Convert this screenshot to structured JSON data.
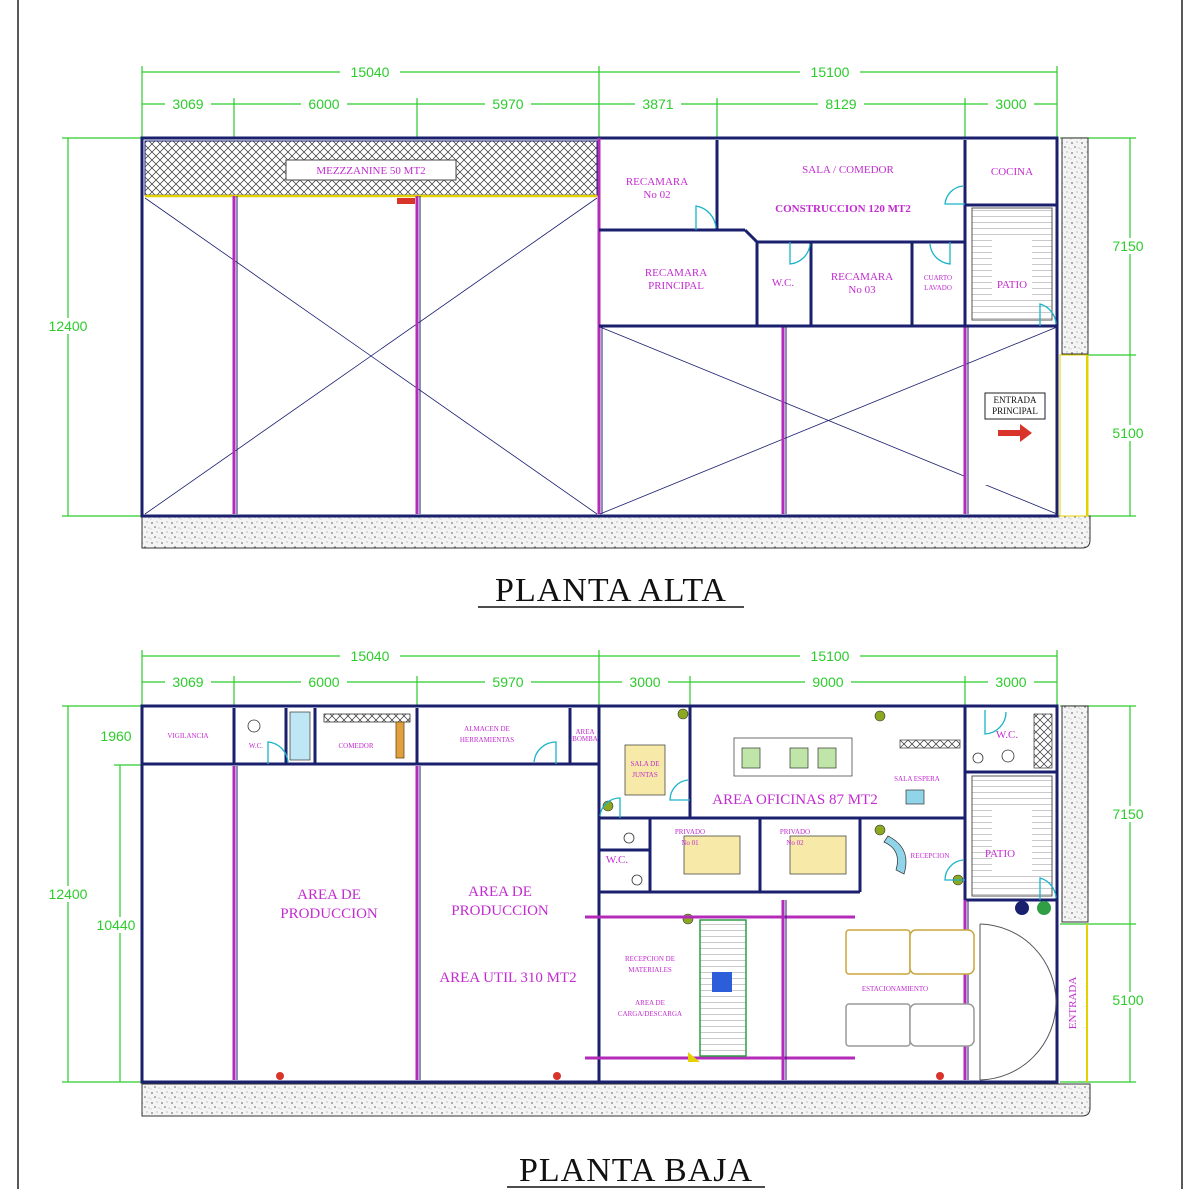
{
  "colors": {
    "wall": "#1a1f6e",
    "column": "#b32bb8",
    "dimension": "#2ccc2c",
    "room_text": "#c22bd0",
    "door": "#19b3c9",
    "arrow": "#d8342a",
    "mezzanine_line": "#e4d200"
  },
  "planta_alta": {
    "title": "PLANTA ALTA",
    "dims_top_total": [
      "15040",
      "15100"
    ],
    "dims_top_parts": [
      "3069",
      "6000",
      "5970",
      "3871",
      "8129",
      "3000"
    ],
    "dims_side": {
      "total": "12400",
      "upper": "7150",
      "lower": "5100"
    },
    "mezzanine": "MEZZZANINE 50 MT2",
    "rooms": {
      "recamara_02": [
        "RECAMARA",
        "No 02"
      ],
      "sala_comedor": "SALA / COMEDOR",
      "construccion": "CONSTRUCCION 120 MT2",
      "cocina": "COCINA",
      "recamara_principal": [
        "RECAMARA",
        "PRINCIPAL"
      ],
      "wc": "W.C.",
      "recamara_03": [
        "RECAMARA",
        "No 03"
      ],
      "cuarto_lavado": [
        "CUARTO",
        "LAVADO"
      ],
      "patio": "PATIO"
    },
    "entrada": [
      "ENTRADA",
      "PRINCIPAL"
    ]
  },
  "planta_baja": {
    "title": "PLANTA BAJA",
    "dims_top_total": [
      "15040",
      "15100"
    ],
    "dims_top_parts": [
      "3069",
      "6000",
      "5970",
      "3000",
      "9000",
      "3000"
    ],
    "dims_side": {
      "total": "12400",
      "inner": "10440",
      "top": "1960",
      "upper": "7150",
      "lower": "5100"
    },
    "rooms": {
      "vigilancia": "VIGILANCIA",
      "wc_small": "W.C.",
      "comedor": "COMEDOR",
      "almacen": [
        "ALMACEN DE",
        "HERRAMIENTAS"
      ],
      "area_bomba": [
        "AREA",
        "BOMBA"
      ],
      "sala_juntas": [
        "SALA DE",
        "JUNTAS"
      ],
      "area_oficinas": "AREA OFICINAS 87 MT2",
      "sala_espera": "SALA ESPERA",
      "wc_right": "W.C.",
      "wc_left": "W.C.",
      "privado_01": [
        "PRIVADO",
        "No 01"
      ],
      "privado_02": [
        "PRIVADO",
        "No 02"
      ],
      "recepcion": "RECEPCION",
      "patio": "PATIO",
      "produccion_1": [
        "AREA DE",
        "PRODUCCION"
      ],
      "produccion_2": [
        "AREA DE",
        "PRODUCCION"
      ],
      "area_util": "AREA UTIL 310 MT2",
      "recepcion_materiales": [
        "RECEPCION DE",
        "MATERIALES"
      ],
      "carga_descarga": [
        "AREA DE",
        "CARGA/DESCARGA"
      ],
      "estacionamiento": "ESTACIONAMIENTO",
      "entrada": "ENTRADA"
    }
  }
}
